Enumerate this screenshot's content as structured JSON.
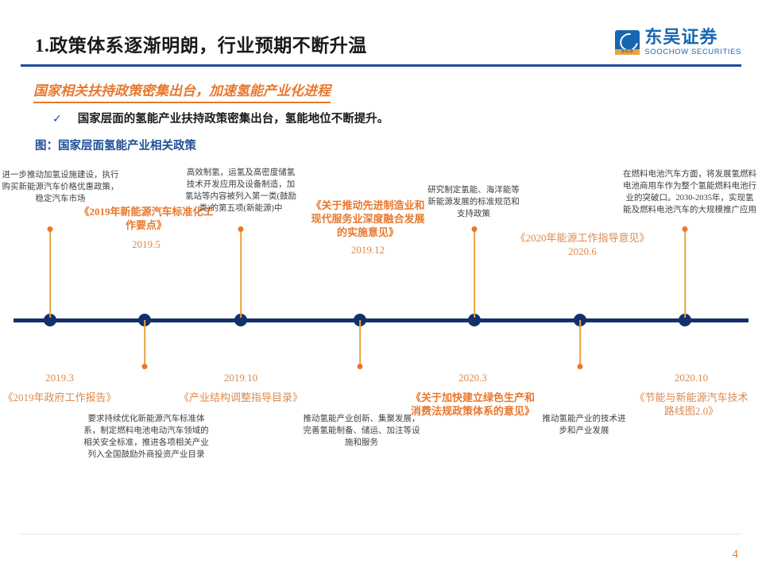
{
  "header": {
    "title": "1.政策体系逐渐明朗，行业预期不断升温",
    "logo_cn": "东吴证券",
    "logo_en": "SOOCHOW SECURITIES",
    "logo_badge": "SCS"
  },
  "section": {
    "title": "国家相关扶持政策密集出台，加速氢能产业化进程",
    "bullet_mark": "✓",
    "bullet_text": "国家层面的氢能产业扶持政策密集出台，氢能地位不断提升。",
    "figure_caption": "图：国家层面氢能产业相关政策"
  },
  "timeline": {
    "nodes": [
      {
        "id": "node-2019-03",
        "date": "2019.3",
        "policy": "《2019年政府工作报告》",
        "policy_style": "plain",
        "description": "进一步推动加氢设施建设，执行购买新能源汽车价格优惠政策，稳定汽车市场",
        "side": "above"
      },
      {
        "id": "node-2019-05",
        "date": "2019.5",
        "policy": "《2019年新能源汽车标准化工作要点》",
        "policy_style": "bold",
        "description": "要求持续优化新能源汽车标准体系，制定燃料电池电动汽车领域的相关安全标准，推进各项相关产业列入全国鼓励外商投资产业目录",
        "side": "below"
      },
      {
        "id": "node-2019-10",
        "date": "2019.10",
        "policy": "《产业结构调整指导目录》",
        "policy_style": "plain",
        "description": "高效制氢，运氢及高密度储氢技术开发应用及设备制造，加氢站等内容被列入第一类(鼓励类)的第五项(新能源)中",
        "side": "above"
      },
      {
        "id": "node-2019-12",
        "date": "2019.12",
        "policy": "《关于推动先进制造业和现代服务业深度融合发展的实施意见》",
        "policy_style": "bold",
        "description": "推动氢能产业创新、集聚发展，完善氢能制备、储运、加注等设施和服务",
        "side": "below"
      },
      {
        "id": "node-2020-03",
        "date": "2020.3",
        "policy": "《关于加快建立绿色生产和消费法规政策体系的意见》",
        "policy_style": "bold",
        "description": "研究制定氢能、海洋能等新能源发展的标准规范和支持政策",
        "side": "above"
      },
      {
        "id": "node-2020-06",
        "date": "2020.6",
        "policy": "《2020年能源工作指导意见》",
        "policy_style": "plain",
        "description": "推动氢能产业的技术进步和产业发展",
        "side": "below"
      },
      {
        "id": "node-2020-10",
        "date": "2020.10",
        "policy": "《节能与新能源汽车技术路线图2.0》",
        "policy_style": "plain",
        "description": "在燃料电池汽车方面，将发展氢燃料电池商用车作为整个氢能燃料电池行业的突破口。2030-2035年，实现氢能及燃料电池汽车的大规模推广应用",
        "side": "above"
      }
    ]
  },
  "footer": {
    "page_number": "4"
  },
  "colors": {
    "brand_blue": "#1667b2",
    "axis_blue": "#12316b",
    "rule_blue": "#1f4e98",
    "accent_orange": "#e8782d",
    "stem_orange": "#e8a33d"
  }
}
